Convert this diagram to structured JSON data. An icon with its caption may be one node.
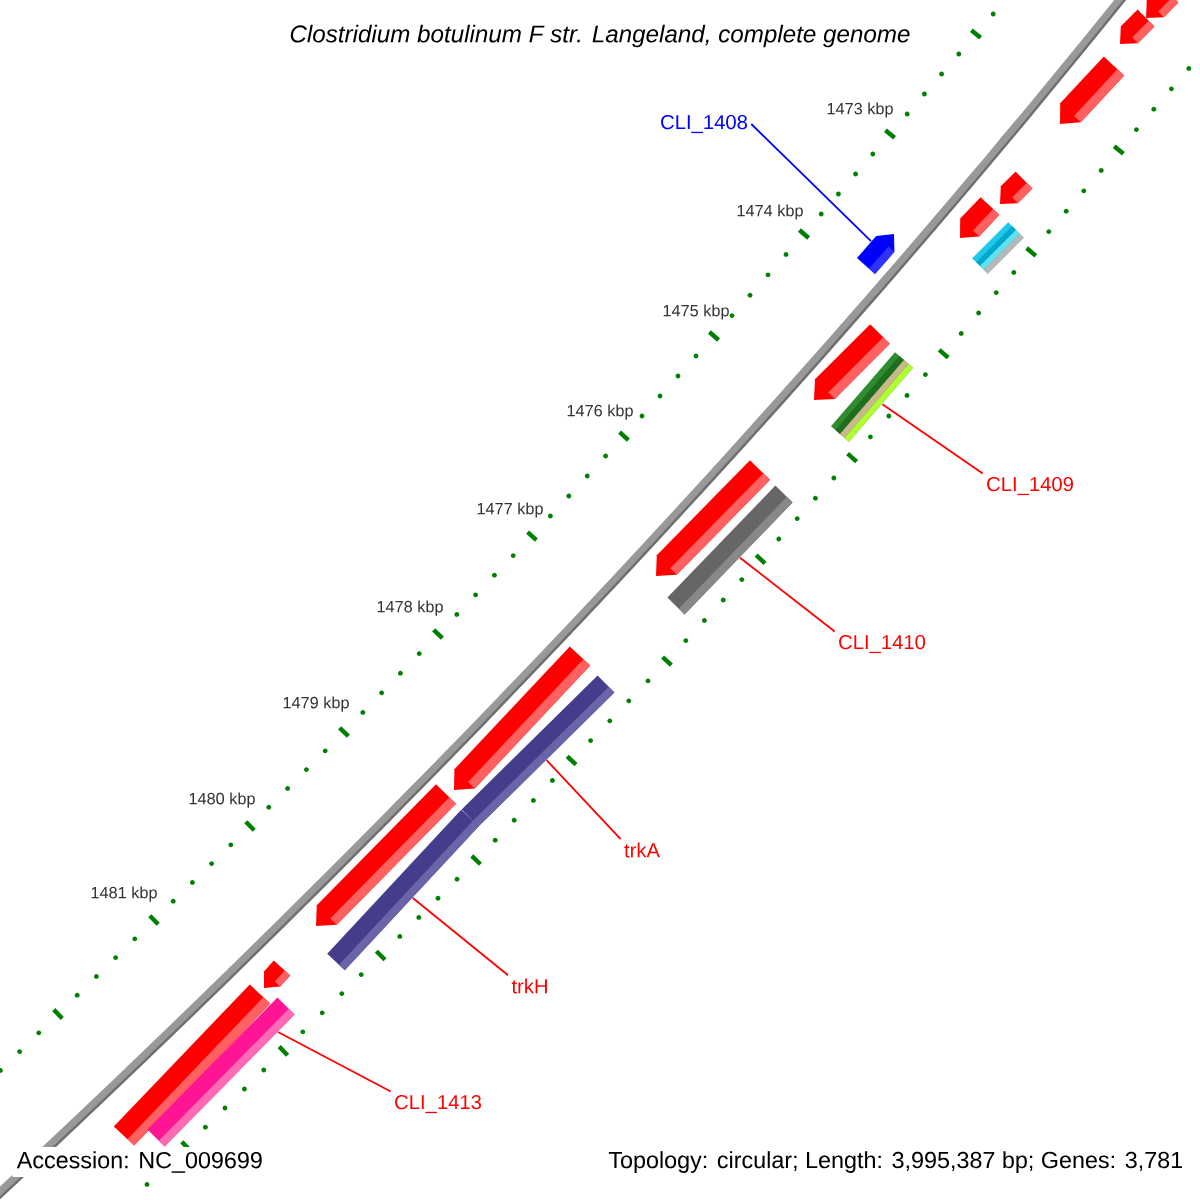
{
  "diagram": {
    "title": "Clostridium botulinum F str. Langeland, complete genome",
    "nodes": [
      {
        "text": [
          "CLI_1408"
        ]
      },
      {
        "text": [],
        "shape": "bar"
      },
      {
        "text": [
          "CLI_1409"
        ]
      },
      {
        "text": [],
        "shape": "bar"
      },
      {
        "text": [
          "CLI_1410"
        ]
      },
      {
        "text": [],
        "shape": "bar"
      },
      {
        "text": [
          "trkA"
        ]
      },
      {
        "text": [],
        "shape": "bar"
      },
      {
        "text": [
          "trkH"
        ]
      },
      {
        "text": [],
        "shape": "bar"
      },
      {
        "text": [
          "CLI_1413"
        ]
      },
      {
        "text": [],
        "shape": "bar"
      }
    ],
    "edges": [
      {
        "from": 0,
        "to": 1,
        "arrow": "none",
        "color": "#0000ff"
      },
      {
        "from": 2,
        "to": 3,
        "arrow": "none"
      },
      {
        "from": 4,
        "to": 5,
        "arrow": "none"
      },
      {
        "from": 6,
        "to": 7,
        "arrow": "none"
      },
      {
        "from": 8,
        "to": 9,
        "arrow": "none"
      },
      {
        "from": 10,
        "to": 11,
        "arrow": "none"
      }
    ],
    "labels": [
      "1473 kbp",
      "1474 kbp",
      "1475 kbp",
      "1476 kbp",
      "1477 kbp",
      "1478 kbp",
      "1479 kbp",
      "1480 kbp",
      "1481 kbp",
      "Accession: NC_009699",
      "Topology: circular; Length: 3,995,387 bp; Genes: 3,781"
    ]
  }
}
